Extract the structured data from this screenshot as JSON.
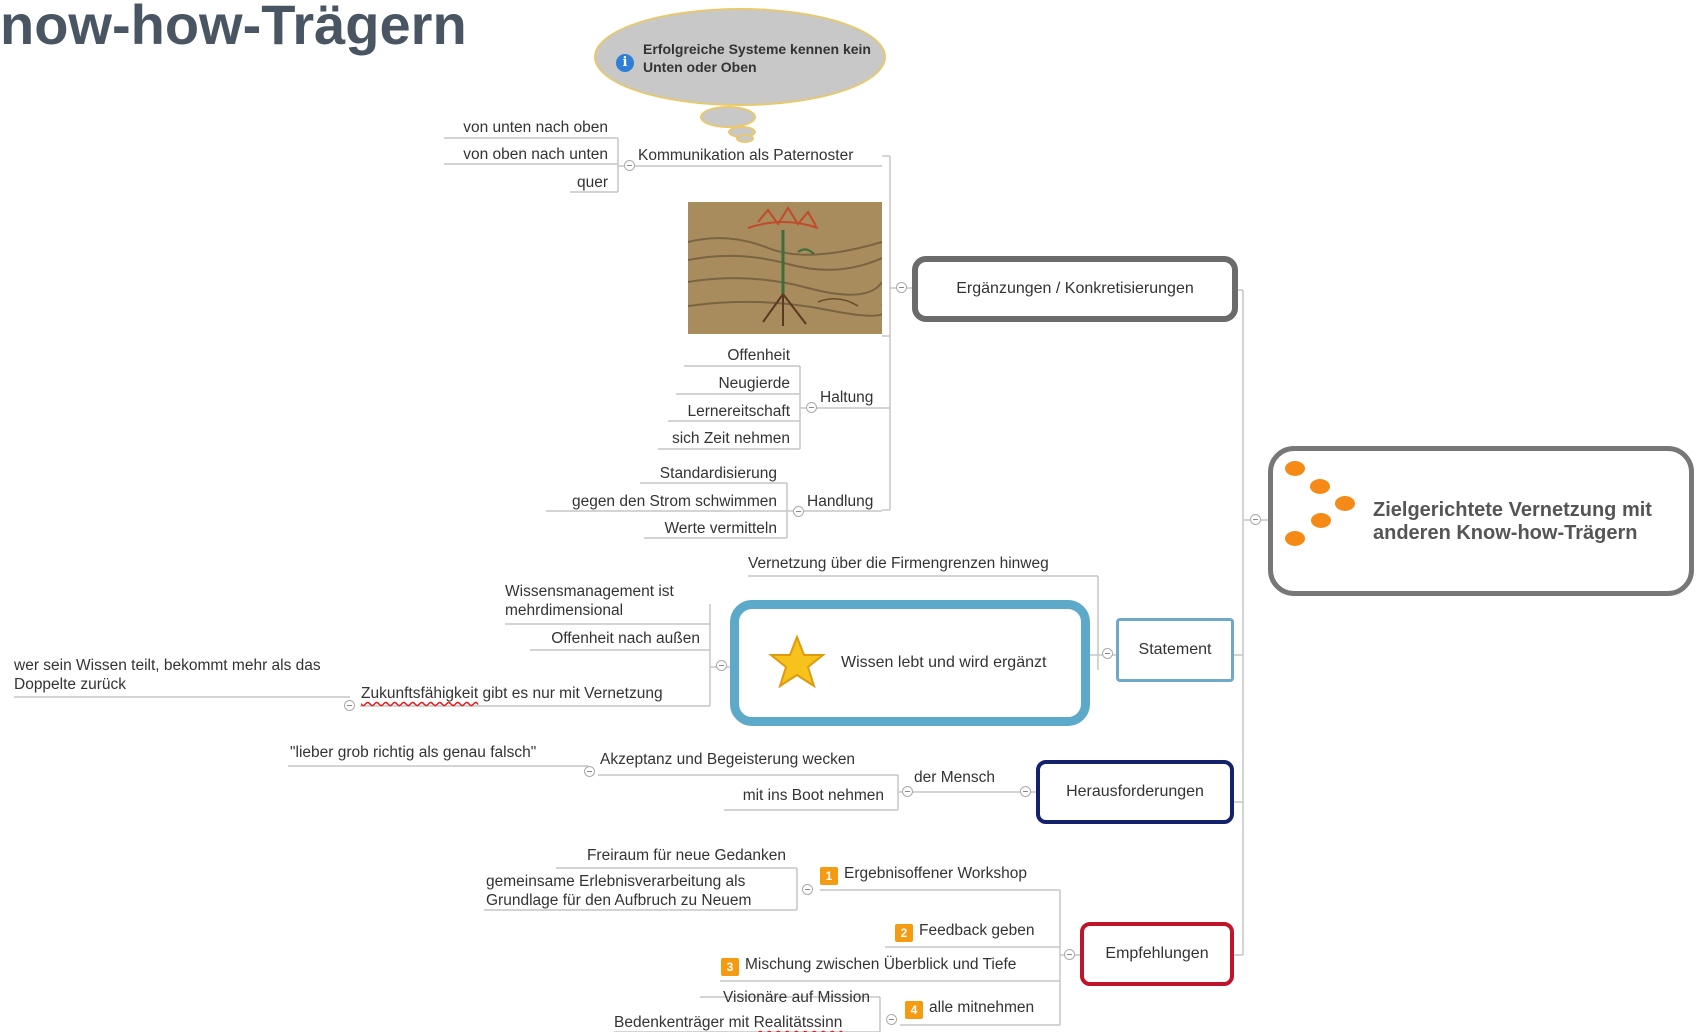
{
  "title": "now-how-Trägern",
  "callout": {
    "text": "Erfolgreiche Systeme kennen kein Unten oder Oben",
    "icon": "info-icon"
  },
  "root": {
    "label": "Zielgerichtete Vernetzung mit anderen Know-how-Trägern"
  },
  "branches": {
    "ergaenzungen": {
      "label": "Ergänzungen / Konkretisierungen",
      "kommunikation": {
        "label": "Kommunikation als Paternoster",
        "children": [
          "von unten nach oben",
          "von oben nach unten",
          "quer"
        ]
      },
      "image": {
        "name": "sketch-image"
      },
      "haltung": {
        "label": "Haltung",
        "children": [
          "Offenheit",
          "Neugierde",
          "Lernereitschaft",
          "sich Zeit nehmen"
        ]
      },
      "handlung": {
        "label": "Handlung",
        "children": [
          "Standardisierung",
          "gegen den Strom schwimmen",
          "Werte vermitteln"
        ]
      }
    },
    "statement": {
      "label": "Statement",
      "vernetzung": "Vernetzung über die Firmengrenzen hinweg",
      "central": {
        "label": "Wissen lebt und wird ergänzt",
        "icon": "star-icon",
        "children": {
          "wissensmanagement": "Wissensmanagement ist mehrdimensional",
          "offenheit": "Offenheit nach außen",
          "zukunft": "Zukunftsfähigkeit gibt es nur mit Vernetzung",
          "zukunft_word": "Zukunftsfähigkeit",
          "zukunft_rest": " gibt es nur mit Vernetzung",
          "wer_sein": "wer sein Wissen teilt, bekommt mehr als das Doppelte zurück"
        }
      }
    },
    "herausforderungen": {
      "label": "Herausforderungen",
      "mensch": "der Mensch",
      "akzeptanz": "Akzeptanz und Begeisterung wecken",
      "lieber": "\"lieber grob richtig als genau falsch\"",
      "boot": "mit ins Boot nehmen"
    },
    "empfehlungen": {
      "label": "Empfehlungen",
      "items": [
        {
          "num": "1",
          "label": "Ergebnisoffener Workshop"
        },
        {
          "num": "2",
          "label": "Feedback geben"
        },
        {
          "num": "3",
          "label": "Mischung zwischen Überblick und Tiefe"
        },
        {
          "num": "4",
          "label": "alle mitnehmen"
        }
      ],
      "workshop_children": [
        "Freiraum für neue Gedanken",
        "gemeinsame Erlebnisverarbeitung als Grundlage für den Aufbruch zu Neuem"
      ],
      "mitnehmen_children": [
        "Visionäre auf Mission",
        "Bedenkenträger mit Realitätssinn"
      ],
      "bedenken_a": "Bedenkenträger mit ",
      "bedenken_b": "Realitätssinn"
    }
  },
  "colors": {
    "orange": "#f58a16",
    "gray_border": "#6b6b6b",
    "teal": "#5da9c9",
    "navy": "#14216b",
    "red": "#c0142a",
    "line": "#c8c8c8"
  }
}
